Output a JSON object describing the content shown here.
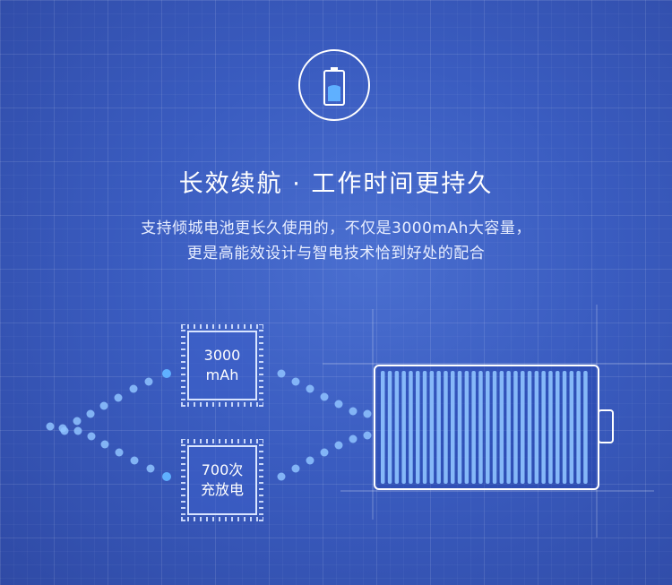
{
  "headline": "长效续航 · 工作时间更持久",
  "description": {
    "line1": "支持倾城电池更长久使用的，不仅是3000mAh大容量，",
    "line2": "更是高能效设计与智电技术恰到好处的配合"
  },
  "chips": [
    {
      "line1": "3000",
      "line2": "mAh"
    },
    {
      "line1": "700次",
      "line2": "充放电"
    }
  ],
  "icons": {
    "badge": "battery-icon",
    "battery": "battery-illustration-icon"
  },
  "colors": {
    "background": "#3a5cc0",
    "accent": "#8fc3ff",
    "dot_bright": "#5fb0ff"
  }
}
